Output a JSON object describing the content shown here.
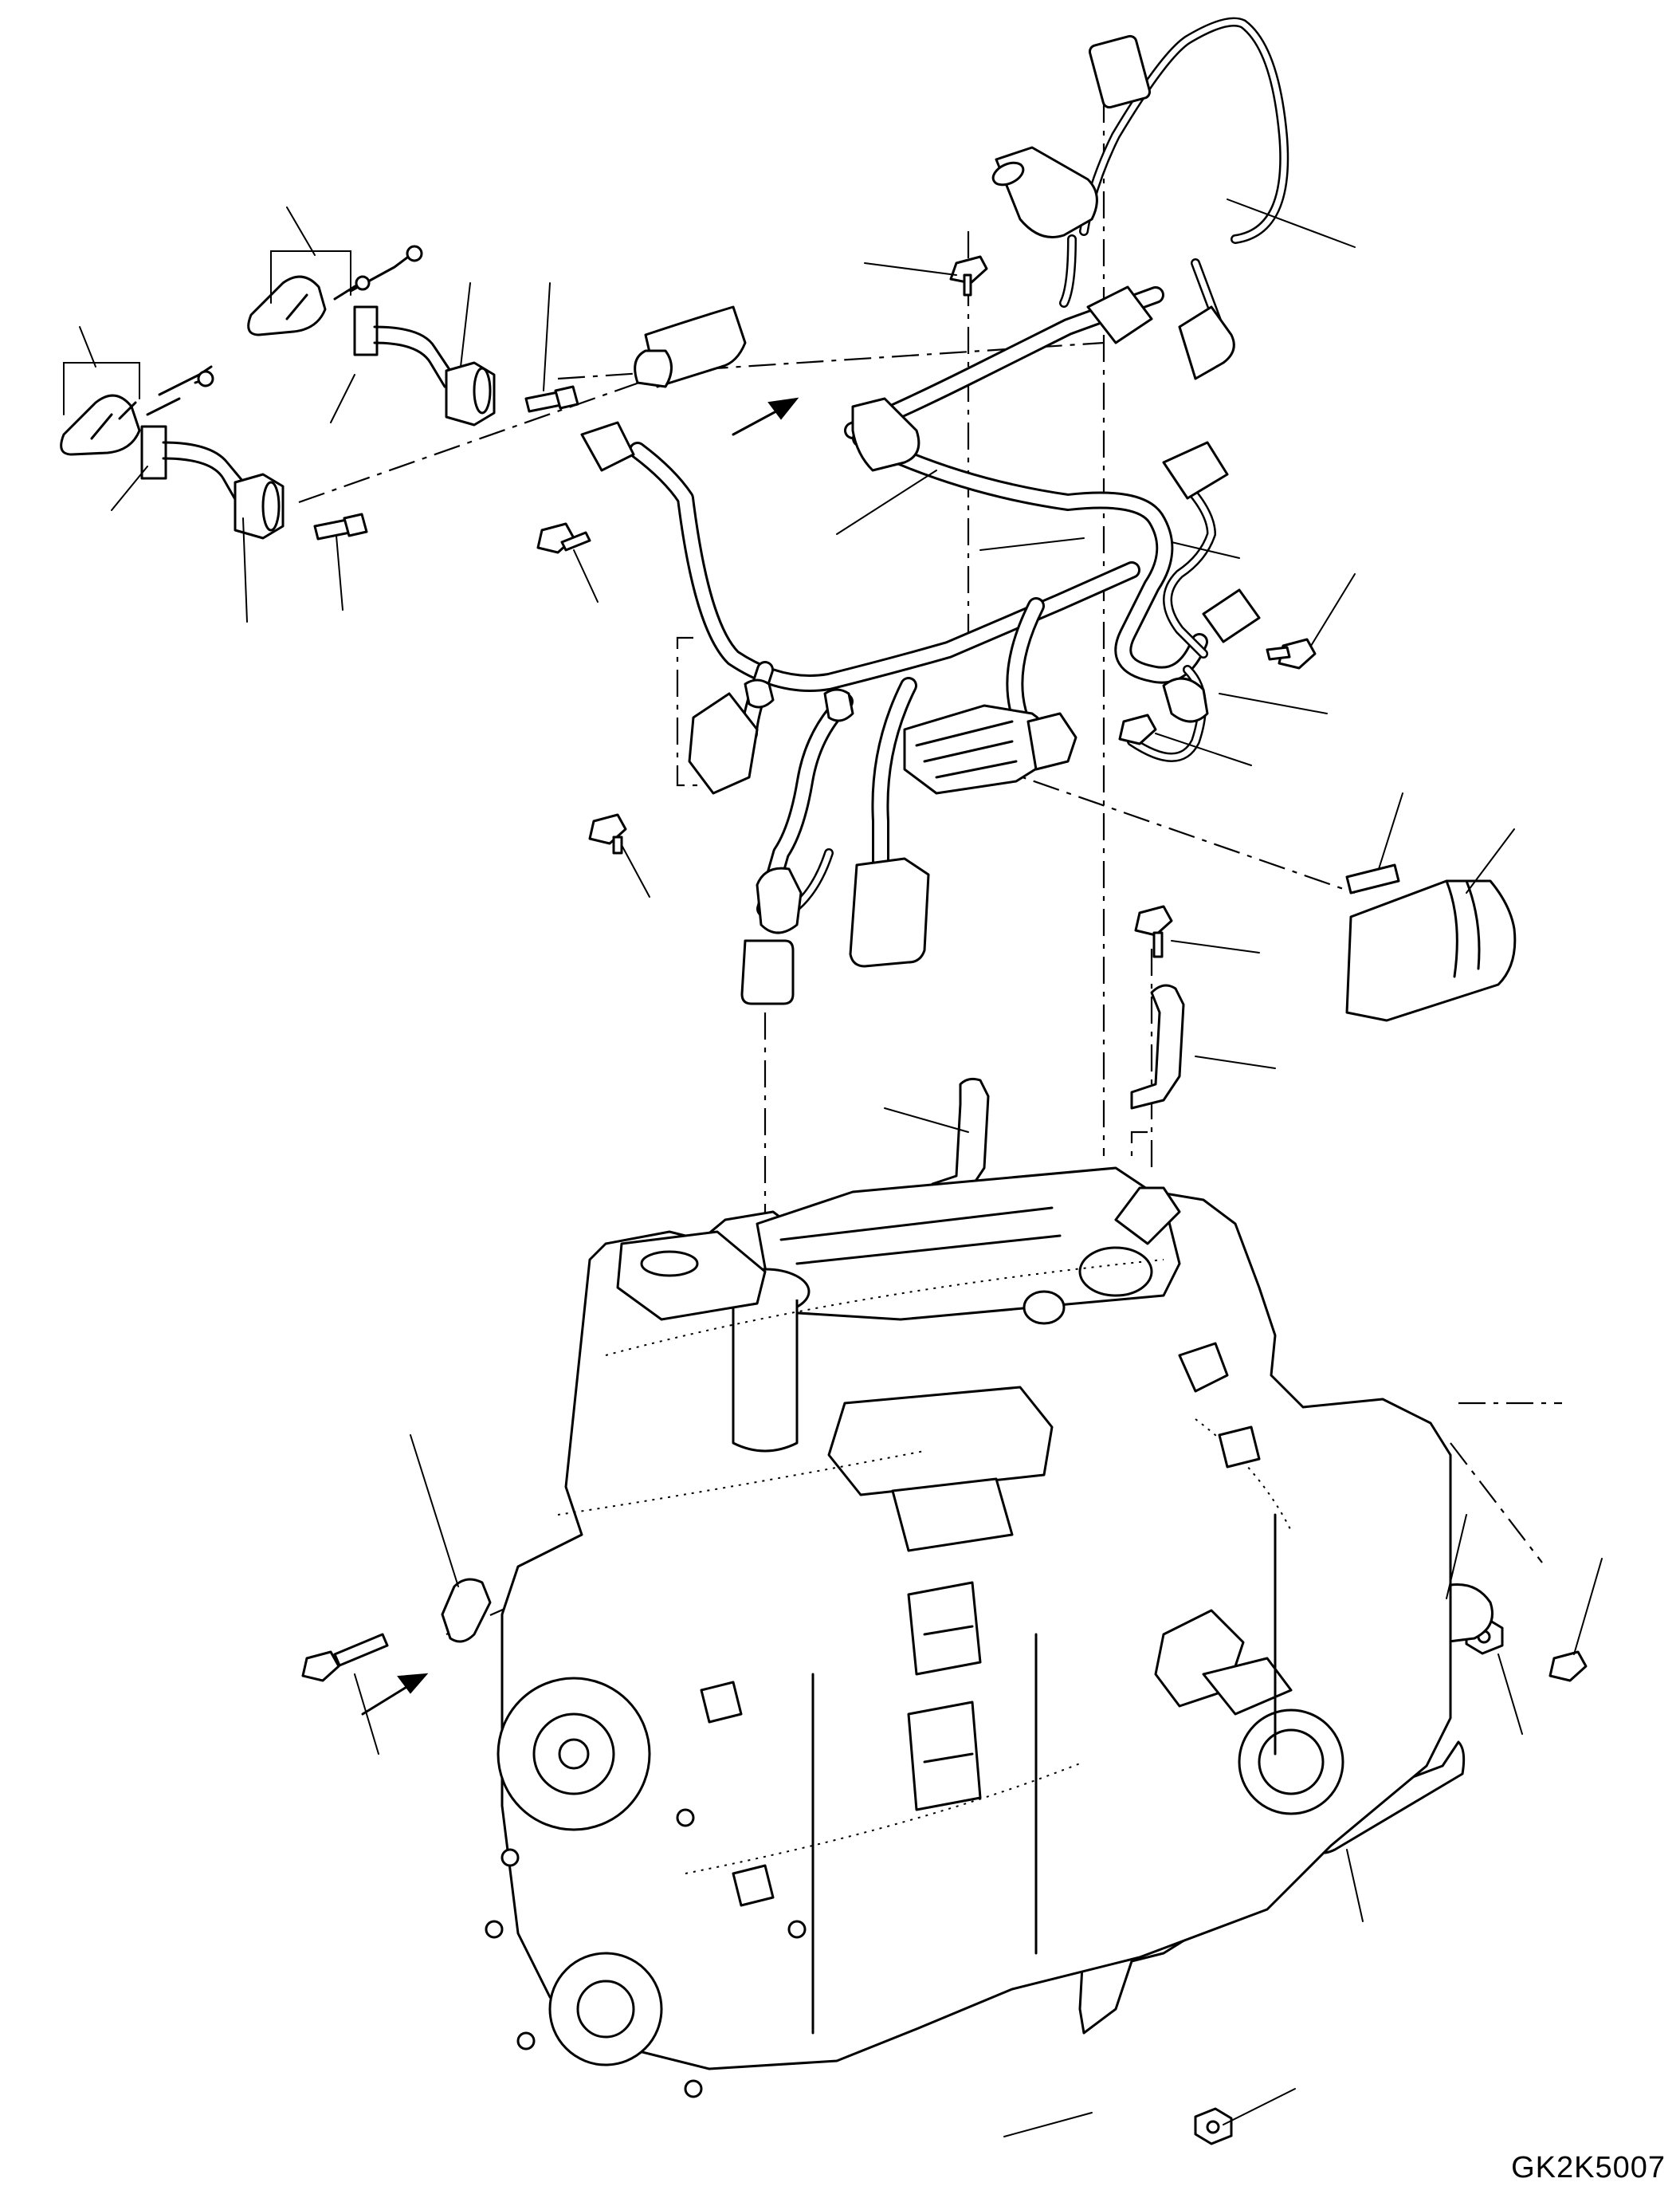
{
  "drawing": {
    "code": "GK2K5007",
    "background": "#ffffff",
    "line_color": "#000000"
  },
  "parts": [
    {
      "id": "wiring-harness",
      "icon": "harness-icon"
    },
    {
      "id": "ecu-connector",
      "icon": "connector-icon"
    },
    {
      "id": "connector-cover",
      "icon": "cover-icon"
    },
    {
      "id": "sensor-lead-1",
      "icon": "sensor-lead-icon"
    },
    {
      "id": "sensor-lead-2",
      "icon": "sensor-lead-icon"
    },
    {
      "id": "bracket",
      "icon": "bracket-icon"
    },
    {
      "id": "bolt",
      "icon": "bolt-icon"
    },
    {
      "id": "nut",
      "icon": "nut-icon"
    },
    {
      "id": "engine-block",
      "icon": "engine-icon"
    }
  ]
}
